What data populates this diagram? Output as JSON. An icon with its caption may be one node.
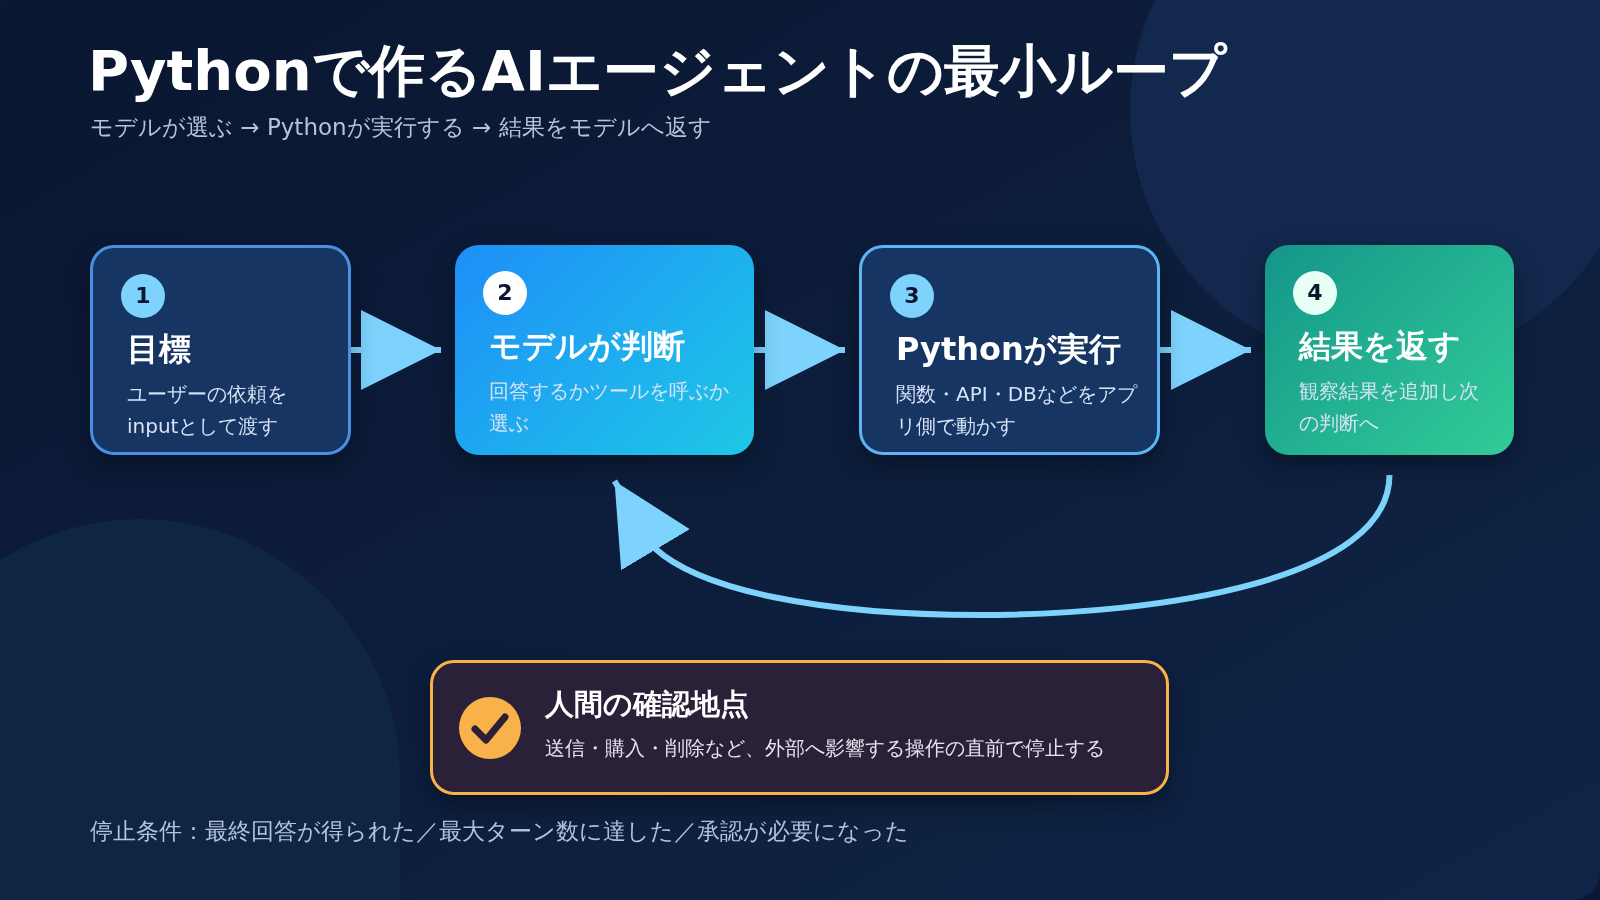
{
  "diagram": {
    "title": "Pythonで作るAIエージェントの最小ループ",
    "nodes": [
      {
        "text": [
          "1",
          "目標",
          "ユーザーの依頼をinputとして渡す"
        ]
      },
      {
        "text": [
          "2",
          "モデルが判断",
          "回答するかツールを呼ぶか選ぶ"
        ]
      },
      {
        "text": [
          "3",
          "Pythonが実行",
          "関数・API・DBなどをアプリ側で動かす"
        ]
      },
      {
        "text": [
          "4",
          "結果を返す",
          "観察結果を追加し次の判断へ"
        ]
      },
      {
        "text": [
          "人間の確認地点",
          "送信・購入・削除など、外部へ影響する操作の直前で停止する"
        ]
      }
    ],
    "edges": [
      {
        "from": 0,
        "to": 1,
        "arrow": "to"
      },
      {
        "from": 1,
        "to": 2,
        "arrow": "to"
      },
      {
        "from": 2,
        "to": 3,
        "arrow": "to"
      },
      {
        "from": 3,
        "to": 1,
        "arrow": "to"
      }
    ],
    "labels": [
      "モデルが選ぶ → Pythonが実行する → 結果をモデルへ返す",
      "停止条件：最終回答が得られた／最大ターン数に達した／承認が必要になった"
    ]
  }
}
